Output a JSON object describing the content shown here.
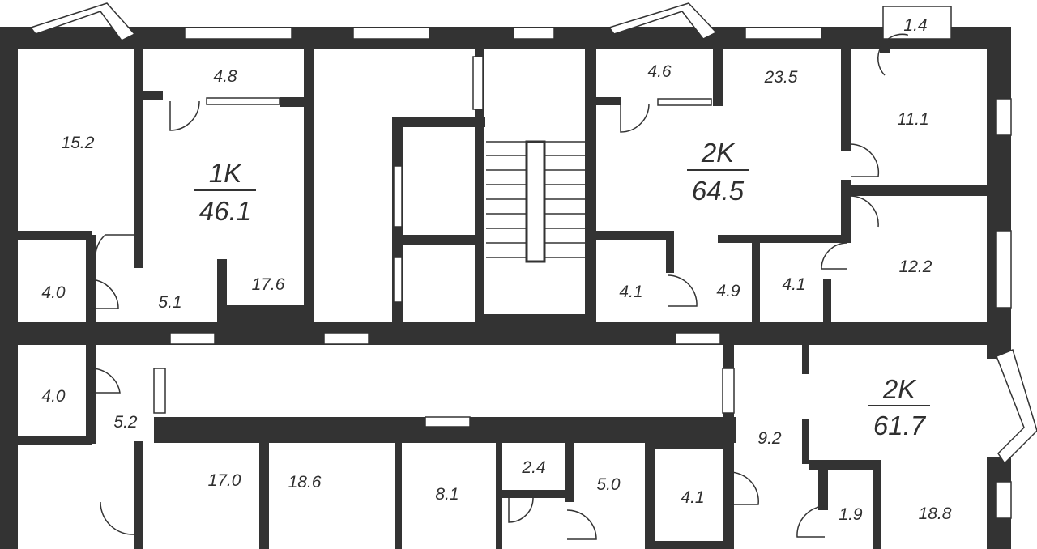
{
  "apartments": [
    {
      "type": "1K",
      "area": "46.1"
    },
    {
      "type": "2K",
      "area": "64.5"
    },
    {
      "type": "2K",
      "area": "61.7"
    }
  ],
  "rooms": [
    "15.2",
    "4.8",
    "17.6",
    "5.1",
    "4.0",
    "4.0",
    "5.2",
    "17.0",
    "18.6",
    "8.1",
    "2.4",
    "5.0",
    "4.1",
    "9.2",
    "1.9",
    "18.8",
    "4.6",
    "23.5",
    "1.4",
    "11.1",
    "4.1",
    "4.9",
    "4.1",
    "12.2"
  ],
  "colors": {
    "wall": "#333333",
    "floor": "#ffffff",
    "text": "#2f2f2f"
  }
}
